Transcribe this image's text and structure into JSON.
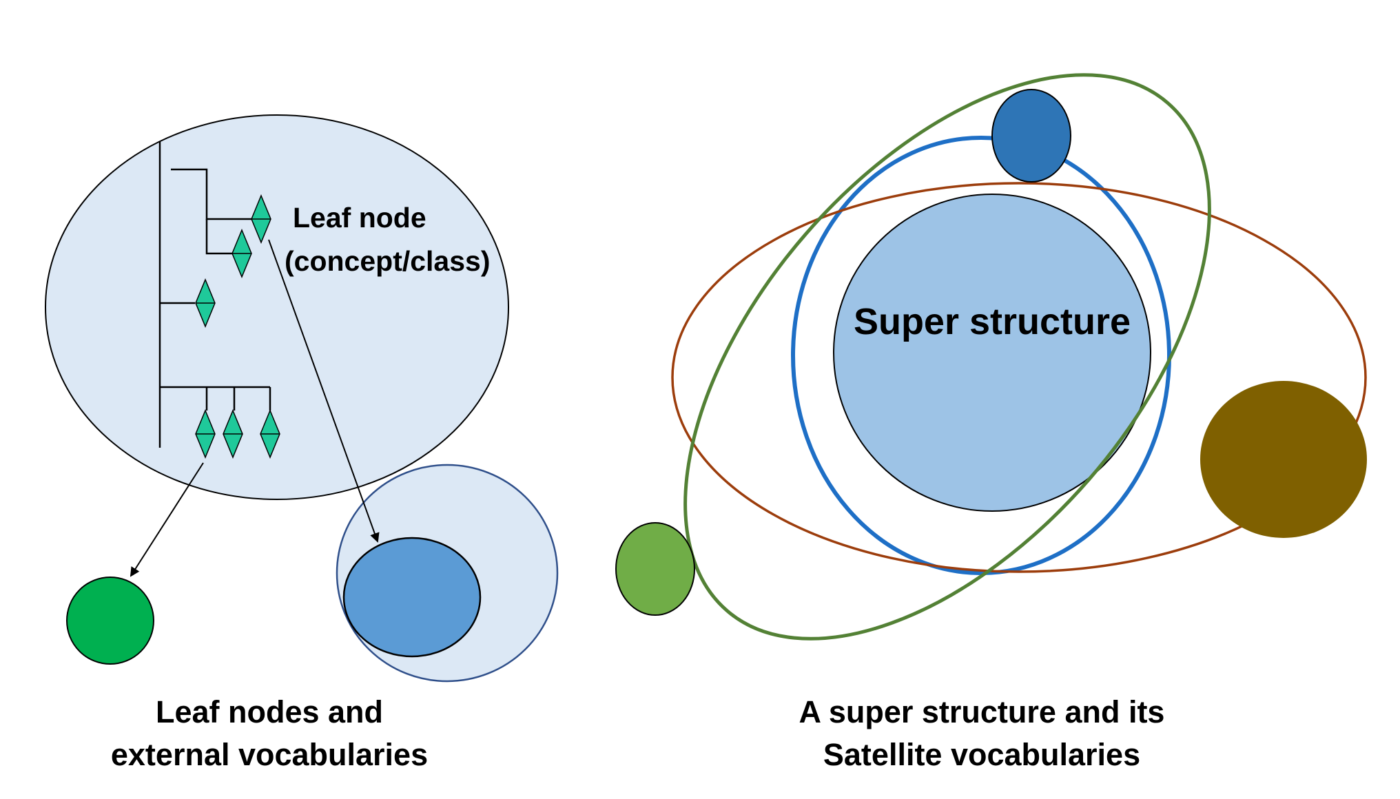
{
  "left_panel": {
    "leaf_label_line1": "Leaf node",
    "leaf_label_line2": "(concept/class)",
    "caption_line1": "Leaf nodes and",
    "caption_line2": "external vocabularies"
  },
  "right_panel": {
    "core_label": "Super structure",
    "caption_line1": "A super structure and its",
    "caption_line2": "Satellite vocabularies"
  },
  "colors": {
    "tree_bubble_fill": "#dce8f5",
    "diamond_fill": "#1fc99a",
    "green_node": "#00b050",
    "external_vocab_outer": "#dce8f5",
    "external_vocab_inner": "#5b9bd5",
    "super_structure_fill": "#9dc3e6",
    "blue_orbit": "#1e6fc6",
    "green_orbit": "#538135",
    "brown_orbit": "#9c3d0c",
    "top_satellite": "#2e75b6",
    "left_satellite": "#70ad47",
    "right_satellite": "#7f6000"
  }
}
